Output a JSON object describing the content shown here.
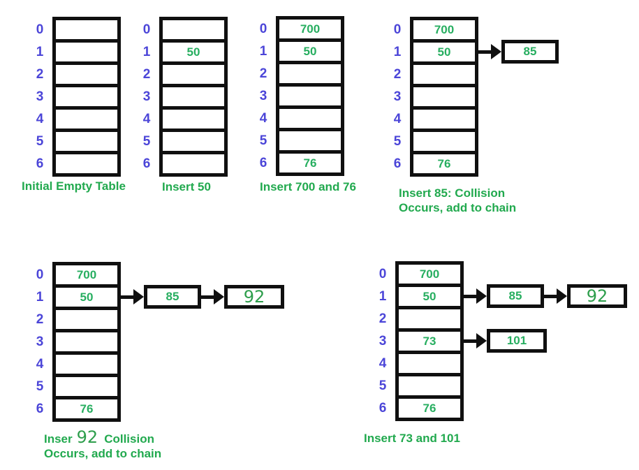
{
  "colors": {
    "index_number": "#4b45d8",
    "cell_value": "#27ae60",
    "caption_text": "#21a94e",
    "box_outline": "#101010",
    "background": "#ffffff"
  },
  "figures": [
    {
      "name": "initial-empty-table",
      "caption": "Initial Empty Table",
      "rows": [
        {
          "index": "0",
          "value": ""
        },
        {
          "index": "1",
          "value": ""
        },
        {
          "index": "2",
          "value": ""
        },
        {
          "index": "3",
          "value": ""
        },
        {
          "index": "4",
          "value": ""
        },
        {
          "index": "5",
          "value": ""
        },
        {
          "index": "6",
          "value": ""
        }
      ],
      "chains": []
    },
    {
      "name": "insert-50",
      "caption": "Insert 50",
      "rows": [
        {
          "index": "0",
          "value": ""
        },
        {
          "index": "1",
          "value": "50"
        },
        {
          "index": "2",
          "value": ""
        },
        {
          "index": "3",
          "value": ""
        },
        {
          "index": "4",
          "value": ""
        },
        {
          "index": "5",
          "value": ""
        },
        {
          "index": "6",
          "value": ""
        }
      ],
      "chains": []
    },
    {
      "name": "insert-700-and-76",
      "caption": "Insert 700 and 76",
      "rows": [
        {
          "index": "0",
          "value": "700"
        },
        {
          "index": "1",
          "value": "50"
        },
        {
          "index": "2",
          "value": ""
        },
        {
          "index": "3",
          "value": ""
        },
        {
          "index": "4",
          "value": ""
        },
        {
          "index": "5",
          "value": ""
        },
        {
          "index": "6",
          "value": "76"
        }
      ],
      "chains": []
    },
    {
      "name": "insert-85-collision",
      "caption_lines": [
        "Insert 85: Collision",
        "Occurs, add to chain"
      ],
      "rows": [
        {
          "index": "0",
          "value": "700"
        },
        {
          "index": "1",
          "value": "50"
        },
        {
          "index": "2",
          "value": ""
        },
        {
          "index": "3",
          "value": ""
        },
        {
          "index": "4",
          "value": ""
        },
        {
          "index": "5",
          "value": ""
        },
        {
          "index": "6",
          "value": "76"
        }
      ],
      "chains": [
        {
          "row": 1,
          "nodes": [
            "85"
          ]
        }
      ]
    },
    {
      "name": "insert-92-collision",
      "caption_parts": {
        "prefix": "Inser",
        "highlight": "92",
        "suffix": "Collision"
      },
      "caption_line2": "Occurs, add to chain",
      "rows": [
        {
          "index": "0",
          "value": "700"
        },
        {
          "index": "1",
          "value": "50"
        },
        {
          "index": "2",
          "value": ""
        },
        {
          "index": "3",
          "value": ""
        },
        {
          "index": "4",
          "value": ""
        },
        {
          "index": "5",
          "value": ""
        },
        {
          "index": "6",
          "value": "76"
        }
      ],
      "chains": [
        {
          "row": 1,
          "nodes": [
            "85",
            "92"
          ]
        }
      ]
    },
    {
      "name": "insert-73-and-101",
      "caption": "Insert 73 and 101",
      "rows": [
        {
          "index": "0",
          "value": "700"
        },
        {
          "index": "1",
          "value": "50"
        },
        {
          "index": "2",
          "value": ""
        },
        {
          "index": "3",
          "value": "73"
        },
        {
          "index": "4",
          "value": ""
        },
        {
          "index": "5",
          "value": ""
        },
        {
          "index": "6",
          "value": "76"
        }
      ],
      "chains": [
        {
          "row": 1,
          "nodes": [
            "85",
            "92"
          ]
        },
        {
          "row": 3,
          "nodes": [
            "101"
          ]
        }
      ]
    }
  ]
}
